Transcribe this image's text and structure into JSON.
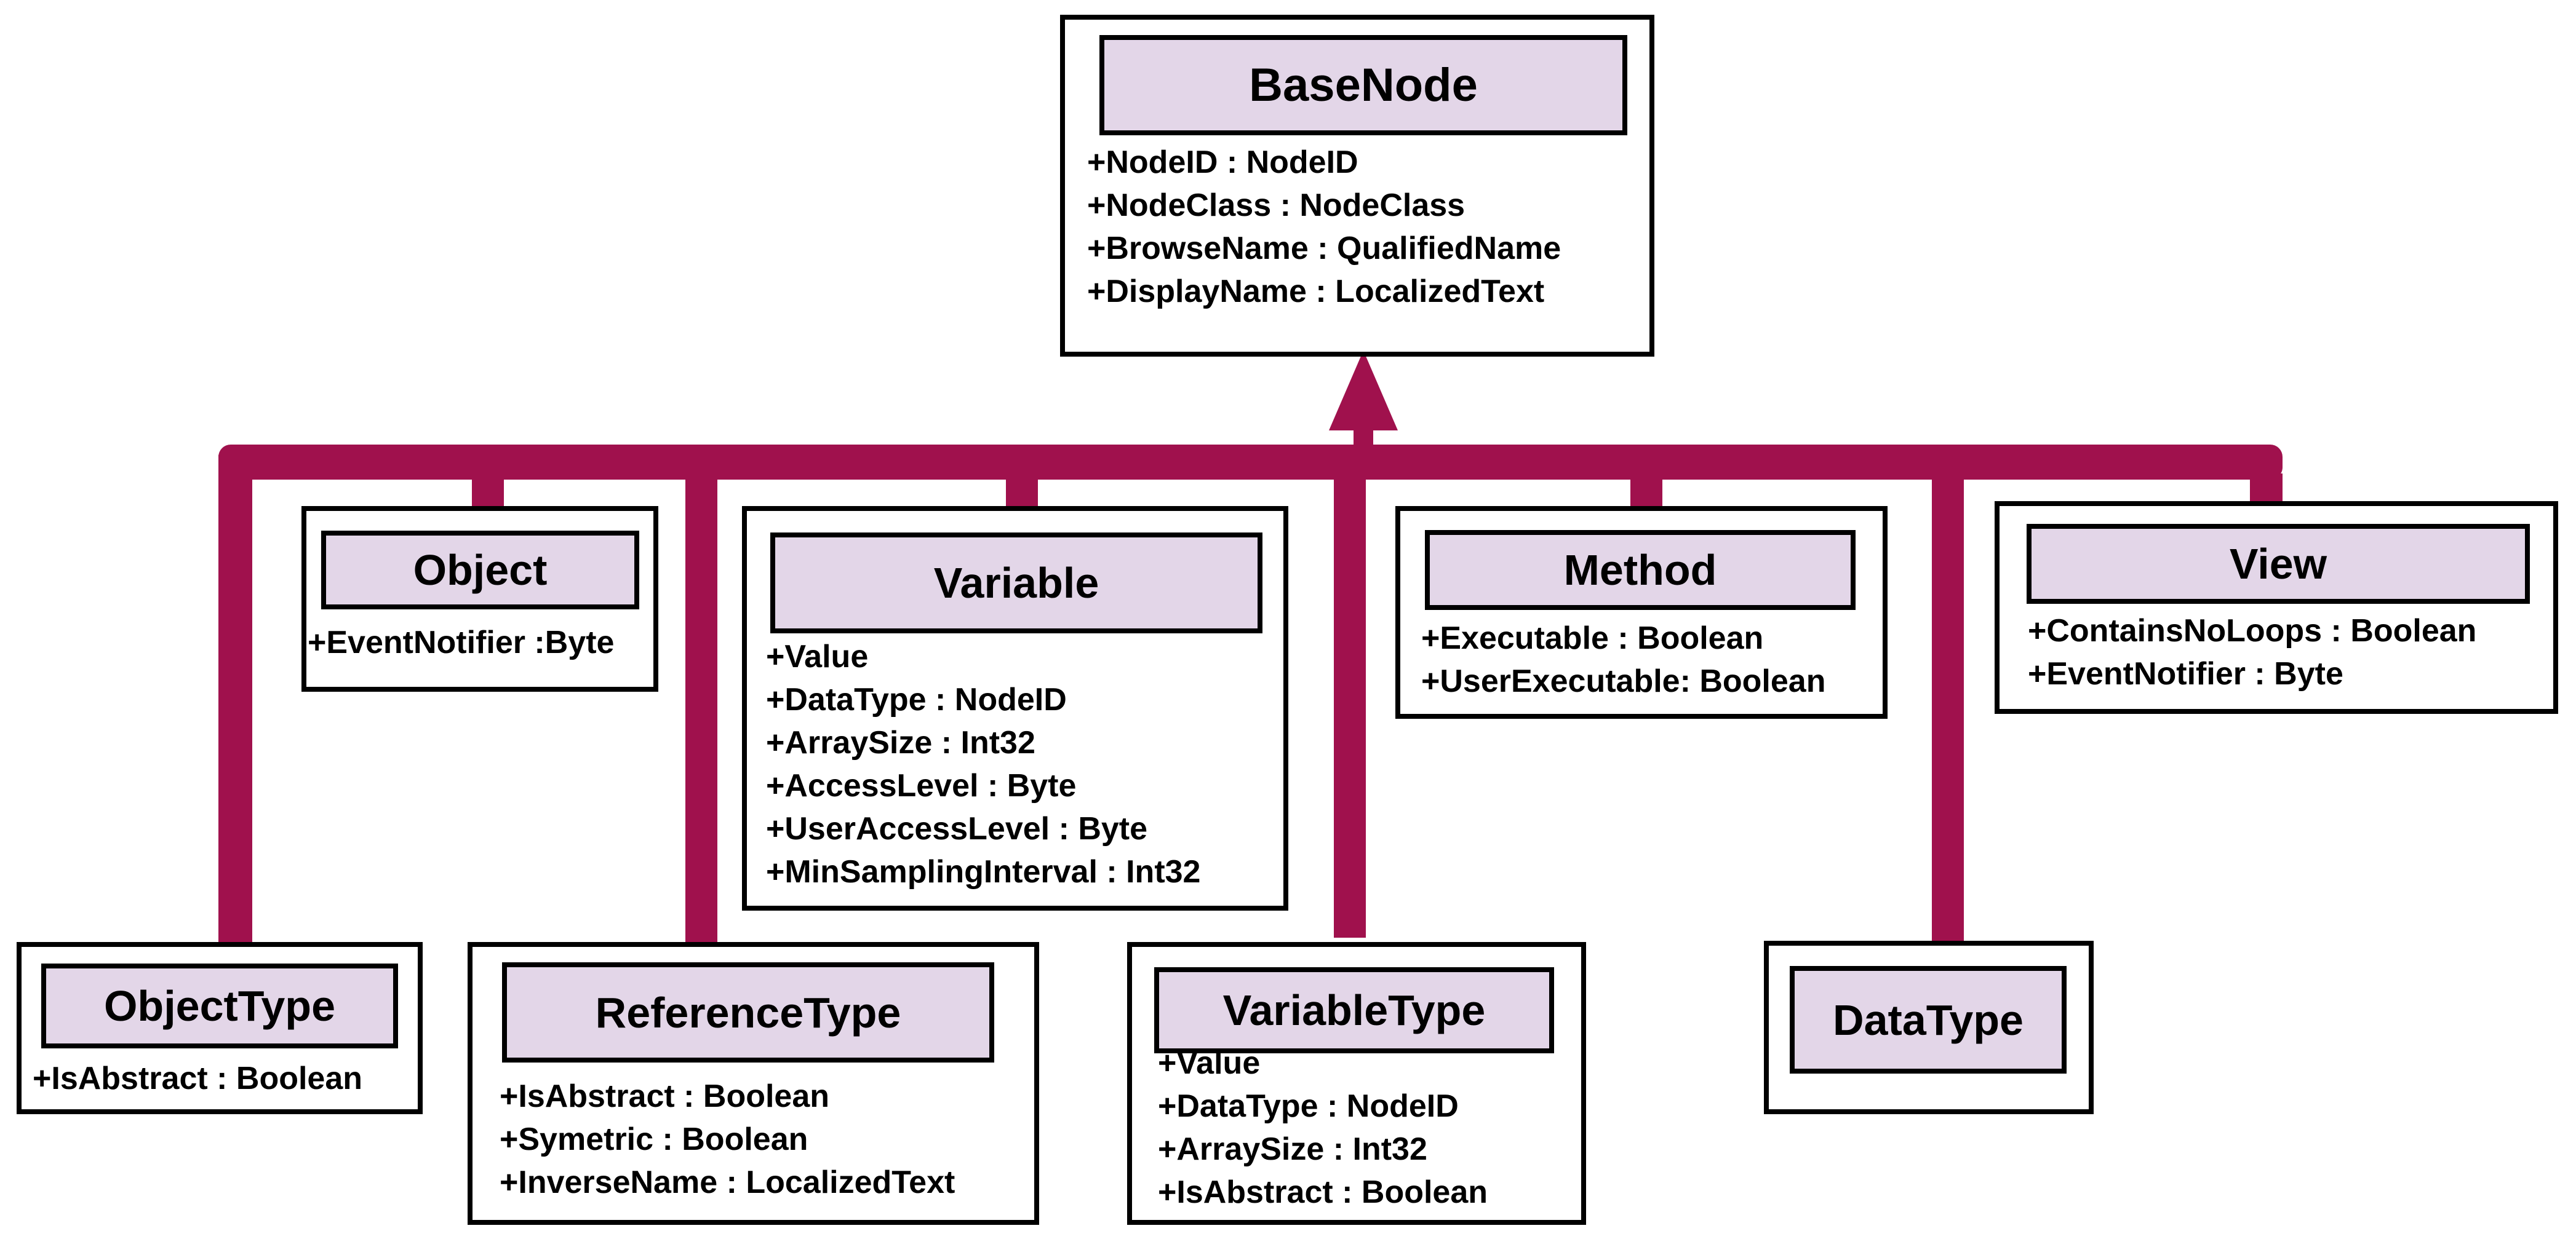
{
  "colors": {
    "connector": "#a0114d",
    "title_fill": "#e3d6e8",
    "border": "#000000"
  },
  "classes": {
    "base_node": {
      "name": "BaseNode",
      "attributes": [
        "+NodeID : NodeID",
        "+NodeClass : NodeClass",
        "+BrowseName : QualifiedName",
        "+DisplayName : LocalizedText"
      ]
    },
    "object": {
      "name": "Object",
      "attributes": [
        "+EventNotifier :Byte"
      ]
    },
    "variable": {
      "name": "Variable",
      "attributes": [
        "+Value",
        "+DataType : NodeID",
        "+ArraySize : Int32",
        "+AccessLevel : Byte",
        "+UserAccessLevel : Byte",
        "+MinSamplingInterval : Int32"
      ]
    },
    "method": {
      "name": "Method",
      "attributes": [
        "+Executable : Boolean",
        "+UserExecutable: Boolean"
      ]
    },
    "view": {
      "name": "View",
      "attributes": [
        "+ContainsNoLoops : Boolean",
        "+EventNotifier : Byte"
      ]
    },
    "object_type": {
      "name": "ObjectType",
      "attributes": [
        "+IsAbstract : Boolean"
      ]
    },
    "reference_type": {
      "name": "ReferenceType",
      "attributes": [
        "+IsAbstract : Boolean",
        "+Symetric : Boolean",
        "+InverseName : LocalizedText"
      ]
    },
    "variable_type": {
      "name": "VariableType",
      "attributes": [
        "+Value",
        "+DataType : NodeID",
        "+ArraySize : Int32",
        "+IsAbstract : Boolean"
      ]
    },
    "data_type": {
      "name": "DataType",
      "attributes": []
    }
  }
}
